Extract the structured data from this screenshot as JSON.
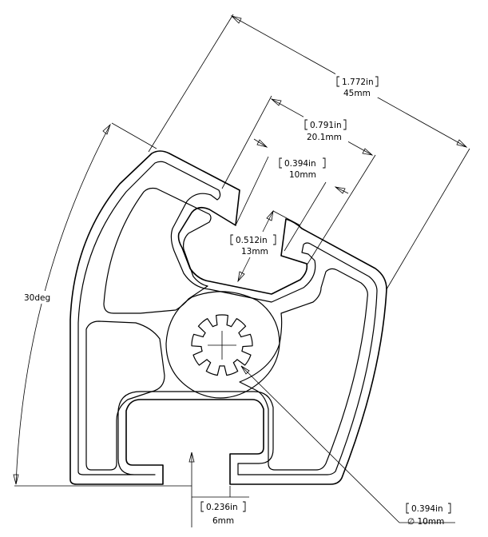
{
  "dimensions": {
    "width_in": "1.772in",
    "width_mm": "45mm",
    "slot_span_in": "0.791in",
    "slot_span_mm": "20.1mm",
    "slot_opening_in": "0.394in",
    "slot_opening_mm": "10mm",
    "slot_depth_in": "0.512in",
    "slot_depth_mm": "13mm",
    "angle": "30deg",
    "bottom_slot_in": "0.236in",
    "bottom_slot_mm": "6mm",
    "bore_in": "0.394in",
    "bore_mm": "∅ 10mm"
  }
}
